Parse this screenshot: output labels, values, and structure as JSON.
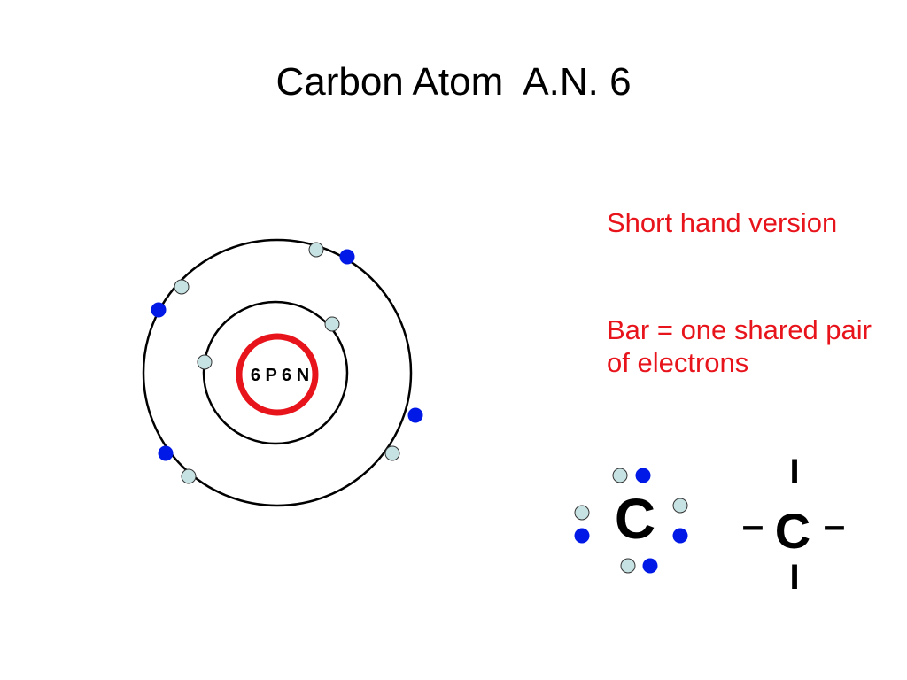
{
  "slide": {
    "title": "Carbon Atom  A.N. 6",
    "nucleus_label": "6 P 6 N",
    "notes": [
      "Short hand version",
      "Bar = one shared pair of electrons"
    ],
    "symbol": "C",
    "bar_glyph": "–",
    "vbar_glyph": "I"
  },
  "colors": {
    "note_text": "#e8141c",
    "nucleus_ring": "#e8141c",
    "electron_dark": "#0019e6",
    "electron_light": "#c6e2e3",
    "orbit": "#000000"
  }
}
